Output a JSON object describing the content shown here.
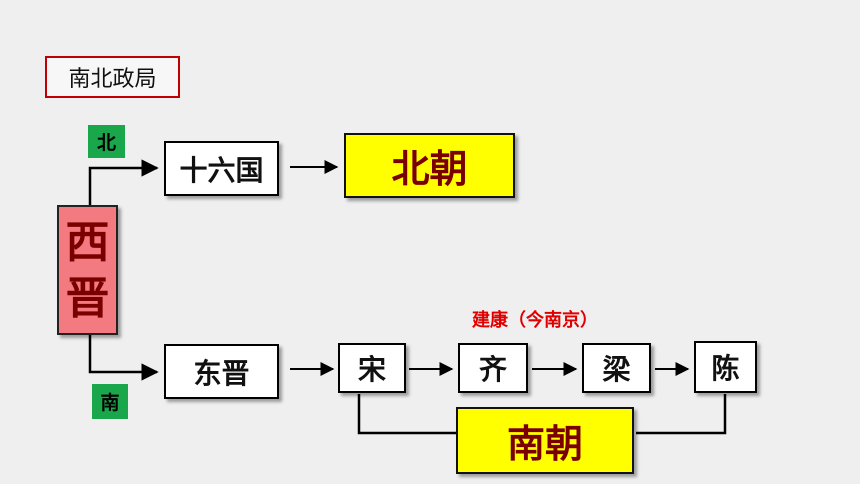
{
  "title": "南北政局",
  "origin": "西晋",
  "branches": {
    "north_tag": "北",
    "south_tag": "南"
  },
  "north": {
    "state": "十六国",
    "dynasty": "北朝"
  },
  "south": {
    "state": "东晋",
    "dynasties": [
      "宋",
      "齐",
      "梁",
      "陈"
    ],
    "group": "南朝",
    "capital_note": "建康（今南京）"
  },
  "colors": {
    "tag": "#1aa64a",
    "origin_fill": "#f47a82",
    "highlight_fill": "#ffff00",
    "highlight_text": "#7a0000",
    "capital_text": "#e00000",
    "title_border": "#c00000"
  }
}
